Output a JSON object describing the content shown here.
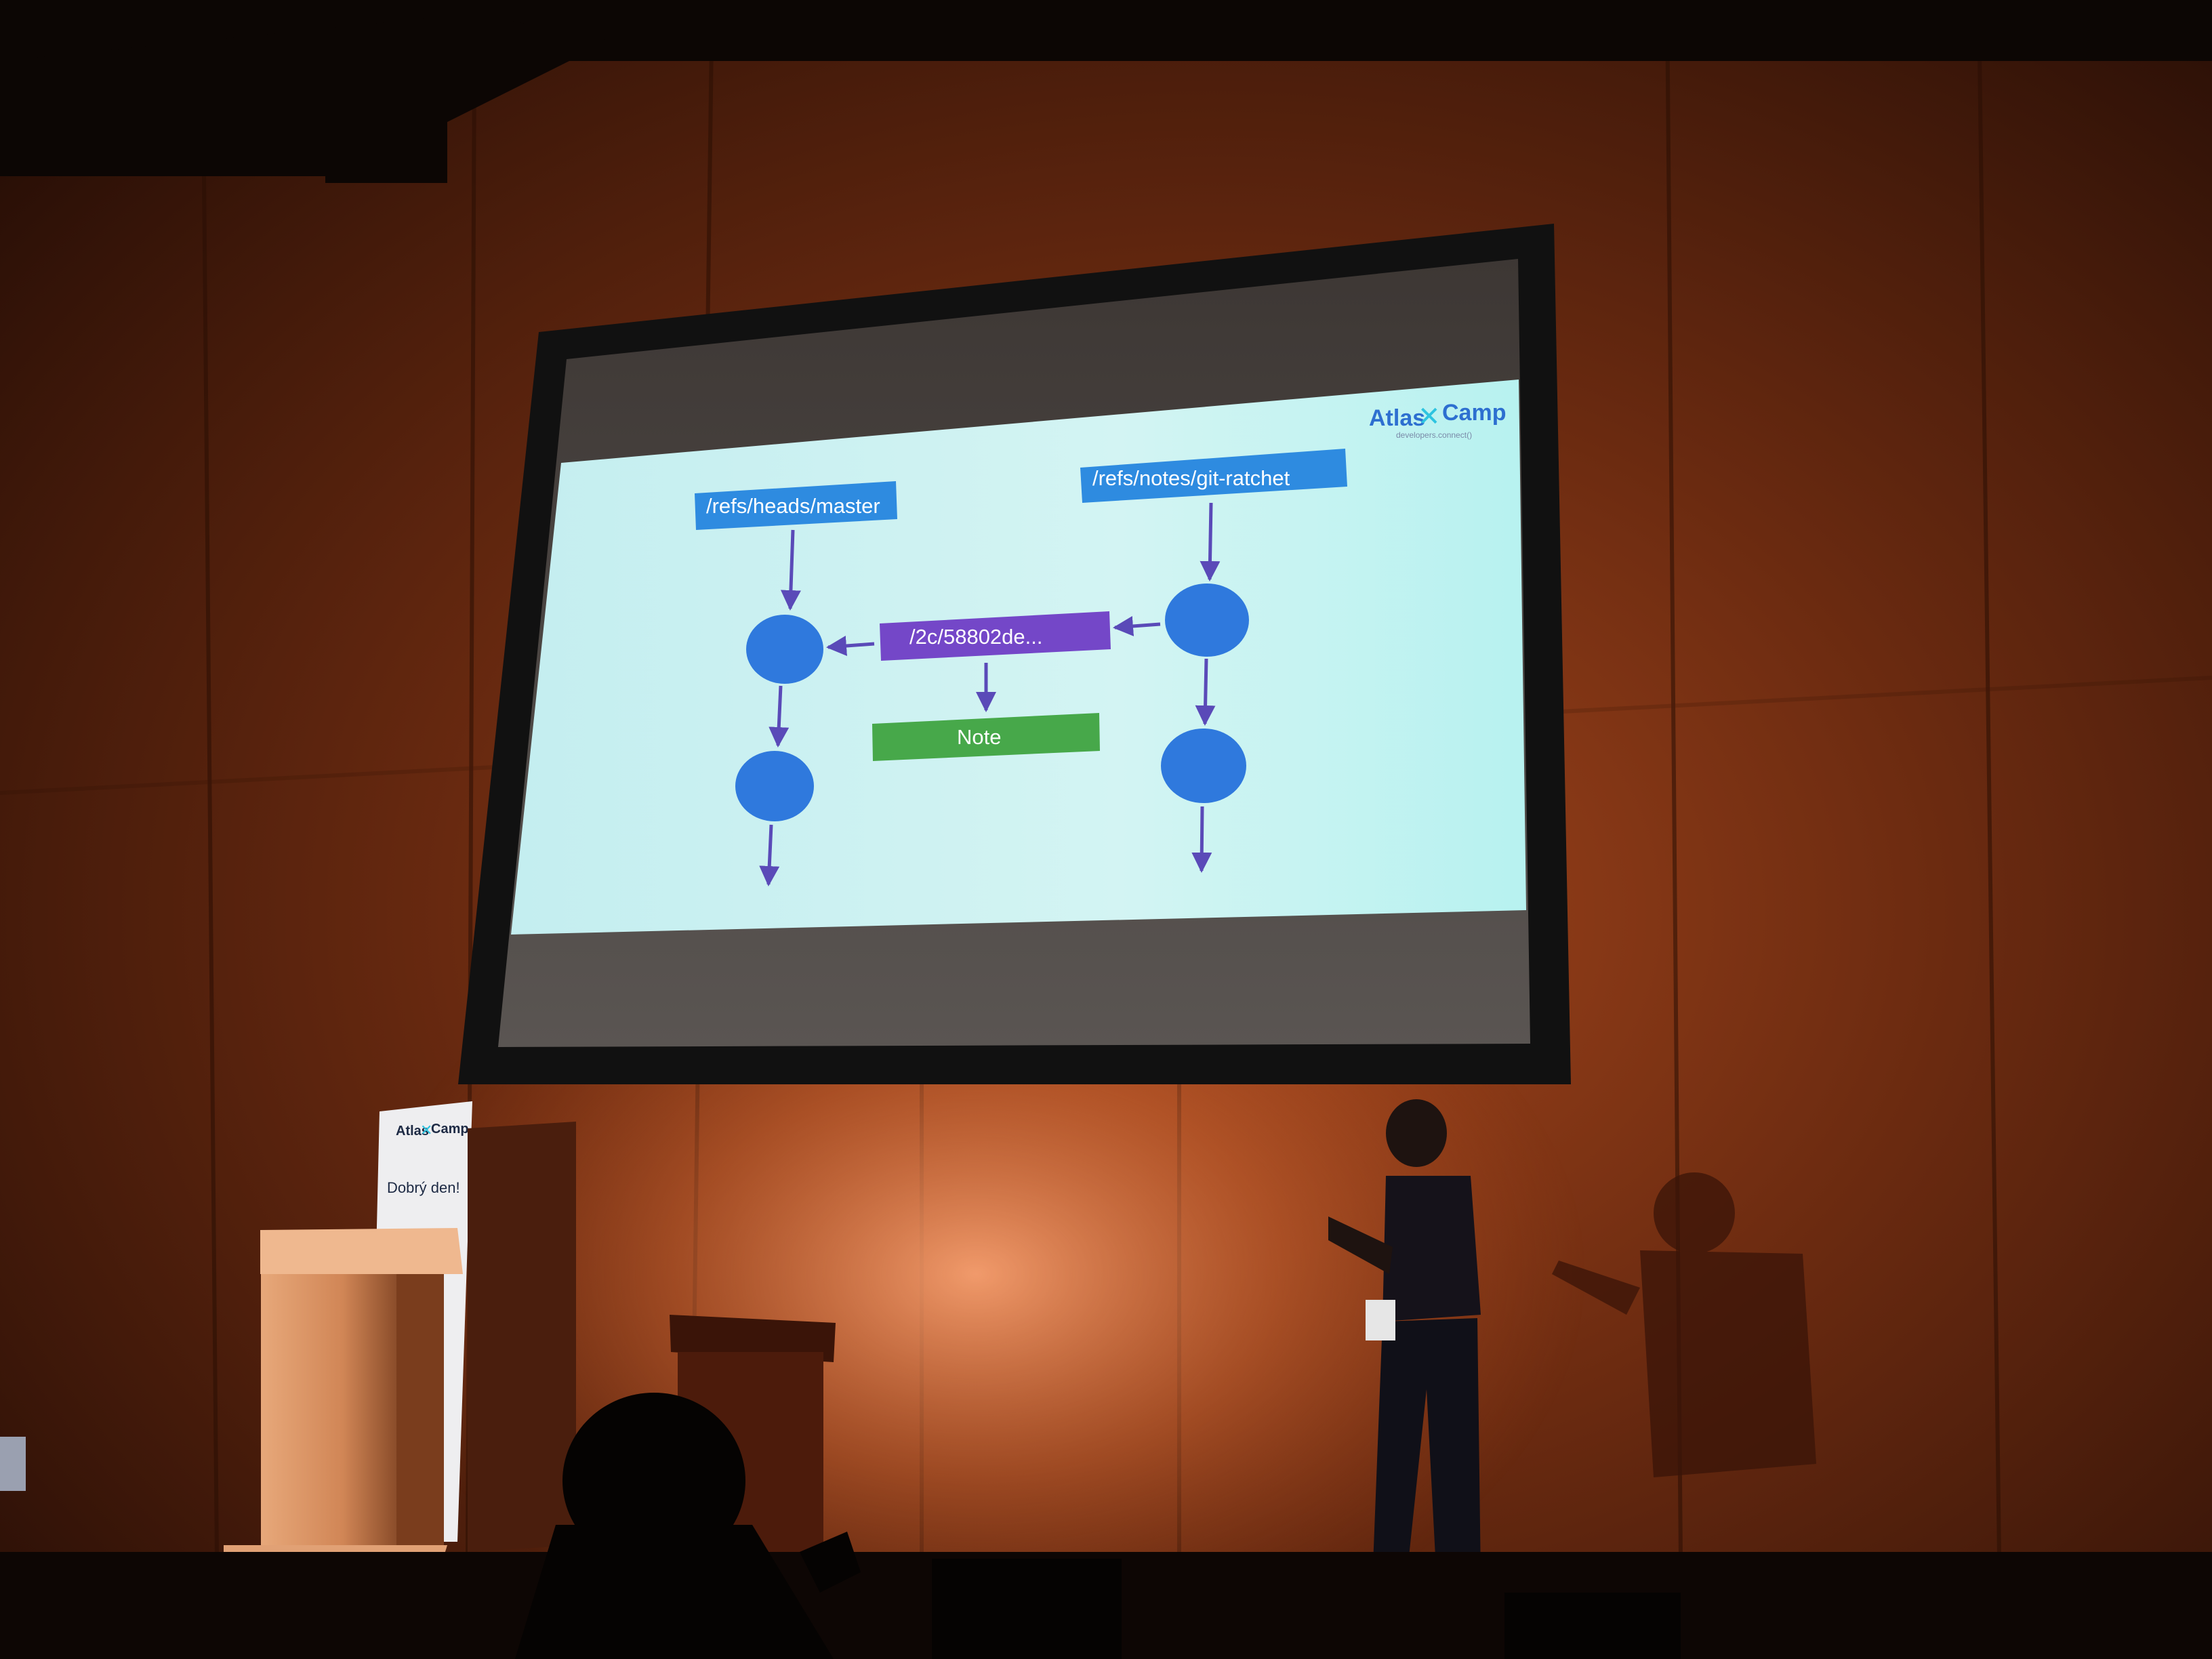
{
  "slide": {
    "branding": {
      "logo_left": "Atlas",
      "logo_right": "Camp",
      "tagline": "developers.connect()"
    },
    "refs": {
      "heads_master": "/refs/heads/master",
      "notes_ratchet": "/refs/notes/git-ratchet"
    },
    "note_object": "/2c/58802de...",
    "note_label": "Note"
  },
  "stage_banner": {
    "logo_left": "Atlas",
    "logo_right": "Camp",
    "greeting": "Dobrý den!"
  },
  "colors": {
    "ref_box": "#2e8be0",
    "note_object_box": "#7447c8",
    "note_box": "#47a84a",
    "commit_node": "#2f79dd",
    "arrow": "#5a4ab8",
    "slide_background": "#cdf2f2",
    "wall": "#6b2b12"
  }
}
